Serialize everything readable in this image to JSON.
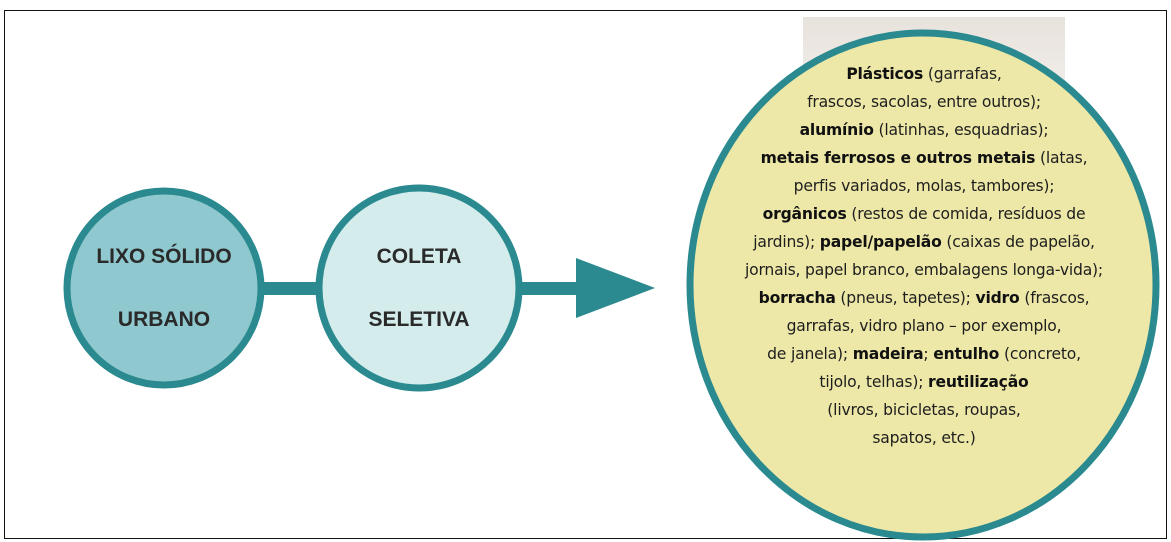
{
  "colors": {
    "teal_border": "#2a8a8f",
    "node1_fill": "#8fc9cf",
    "node2_fill": "#d4ecec",
    "oval_fill": "#ede8a8",
    "arrow": "#2a8a8f"
  },
  "nodes": {
    "lixo": {
      "line1": "LIXO SÓLIDO",
      "line2": "URBANO"
    },
    "coleta": {
      "line1": "COLETA",
      "line2": "SELETIVA"
    }
  },
  "details": {
    "segments": [
      {
        "b": "Plásticos",
        "t": " (garrafas,"
      },
      {
        "br": true
      },
      {
        "t": "frascos, sacolas, entre outros);"
      },
      {
        "br": true
      },
      {
        "b": "alumínio",
        "t": " (latinhas, esquadrias);"
      },
      {
        "br": true
      },
      {
        "b": "metais ferrosos e outros metais",
        "t": " (latas,"
      },
      {
        "br": true
      },
      {
        "t": "perfis variados, molas, tambores);"
      },
      {
        "br": true
      },
      {
        "b": "orgânicos",
        "t": " (restos de comida, resíduos de"
      },
      {
        "br": true
      },
      {
        "t": "jardins); "
      },
      {
        "b": "papel/papelão",
        "t": " (caixas de papelão,"
      },
      {
        "br": true
      },
      {
        "t": "jornais, papel branco, embalagens longa-vida);"
      },
      {
        "br": true
      },
      {
        "b": "borracha",
        "t": " (pneus, tapetes); "
      },
      {
        "b": "vidro",
        "t": " (frascos,"
      },
      {
        "br": true
      },
      {
        "t": "garrafas, vidro plano – por exemplo,"
      },
      {
        "br": true
      },
      {
        "t": "de janela); "
      },
      {
        "b": "madeira",
        "t": "; "
      },
      {
        "b": "entulho",
        "t": " (concreto,"
      },
      {
        "br": true
      },
      {
        "t": "tijolo, telhas); "
      },
      {
        "b": "reutilização"
      },
      {
        "br": true
      },
      {
        "t": "(livros, bicicletas, roupas,"
      },
      {
        "br": true
      },
      {
        "t": "sapatos, etc.)"
      }
    ]
  }
}
